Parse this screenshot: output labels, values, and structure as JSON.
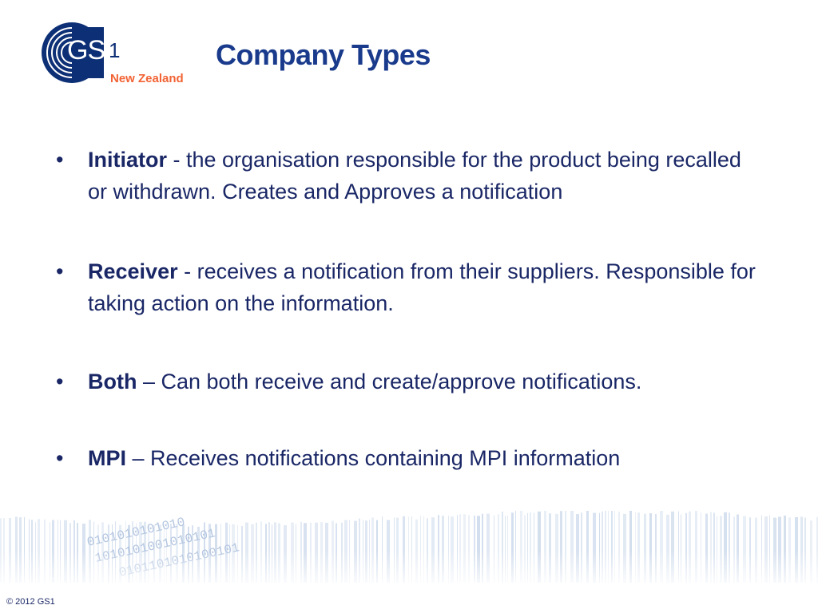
{
  "logo": {
    "mark": "GS",
    "mark_sup": "1",
    "country": "New Zealand"
  },
  "slide": {
    "title": "Company Types"
  },
  "bullets": [
    {
      "term": "Initiator",
      "text": " - the organisation responsible for the product being recalled or withdrawn. Creates and Approves a notification"
    },
    {
      "term": "Receiver",
      "text": " - receives a notification from their suppliers. Responsible for taking action on the information."
    },
    {
      "term": "Both",
      "text": " – Can both receive and create/approve notifications."
    },
    {
      "term": "MPI",
      "text": " – Receives notifications containing MPI information"
    }
  ],
  "footer": {
    "copyright": "© 2012 GS1"
  },
  "colors": {
    "brand_blue": "#1a3b8c",
    "text_navy": "#1a2766",
    "accent_orange": "#f26334",
    "band_blue": "#c9d7ea"
  }
}
